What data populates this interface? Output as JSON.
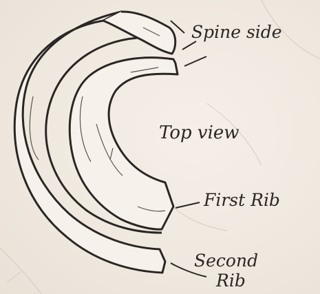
{
  "labels": {
    "spine_side": "Spine side",
    "top_view": "Top view",
    "first_rib": "First Rib",
    "second_rib_line1": "Second",
    "second_rib_line2": "Rib"
  },
  "colors": {
    "paper": "#f1ebe3",
    "ink": "#2a2623"
  }
}
